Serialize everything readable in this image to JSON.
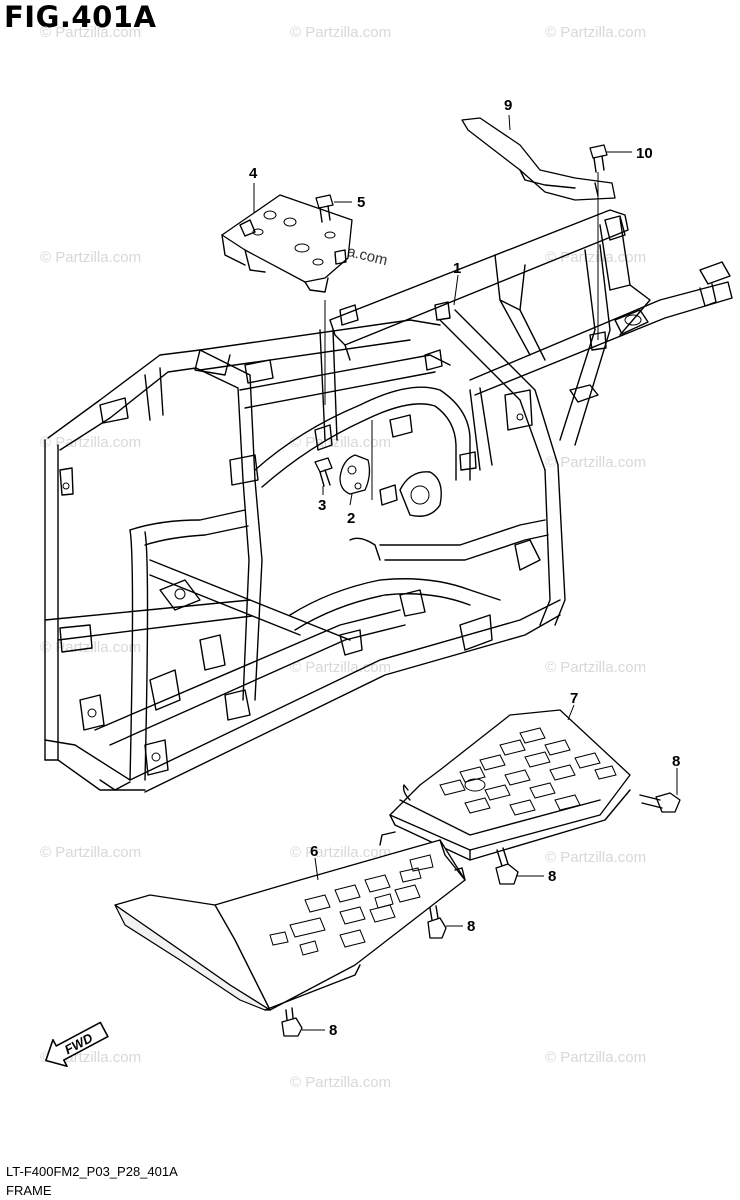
{
  "figure": {
    "title": "FIG.401A",
    "code": "LT-F400FM2_P03_P28_401A",
    "name": "FRAME",
    "fwd_label": "FWD"
  },
  "watermark": {
    "text": "© Partzilla.com",
    "center_text": "© Partzilla.com"
  },
  "callouts": [
    {
      "id": "1",
      "label": "1"
    },
    {
      "id": "2",
      "label": "2"
    },
    {
      "id": "3",
      "label": "3"
    },
    {
      "id": "4",
      "label": "4"
    },
    {
      "id": "5",
      "label": "5"
    },
    {
      "id": "6",
      "label": "6"
    },
    {
      "id": "7",
      "label": "7"
    },
    {
      "id": "8a",
      "label": "8"
    },
    {
      "id": "8b",
      "label": "8"
    },
    {
      "id": "8c",
      "label": "8"
    },
    {
      "id": "8d",
      "label": "8"
    },
    {
      "id": "9",
      "label": "9"
    },
    {
      "id": "10",
      "label": "10"
    }
  ]
}
